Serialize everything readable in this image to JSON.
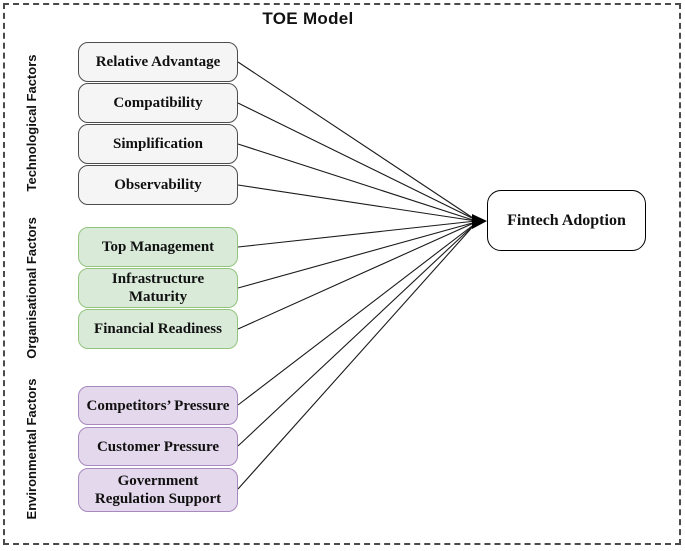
{
  "title": "TOE Model",
  "outcome": {
    "label": "Fintech Adoption"
  },
  "groups": [
    {
      "label": "Technological Factors",
      "fill_color": "#f5f5f5",
      "border_color": "#4d4d4d",
      "boxes": [
        {
          "label": "Relative Advantage"
        },
        {
          "label": "Compatibility"
        },
        {
          "label": "Simplification"
        },
        {
          "label": "Observability"
        }
      ]
    },
    {
      "label": "Organisational Factors",
      "fill_color": "#d9ead9",
      "border_color": "#93c47d",
      "boxes": [
        {
          "label": "Top Management"
        },
        {
          "label": "Infrastructure Maturity"
        },
        {
          "label": "Financial Readiness"
        }
      ]
    },
    {
      "label": "Environmental Factors",
      "fill_color": "#e4d8ec",
      "border_color": "#a788bf",
      "boxes": [
        {
          "label": "Competitors’ Pressure"
        },
        {
          "label": "Customer Pressure"
        },
        {
          "label": "Government Regulation Support"
        }
      ]
    }
  ],
  "connections": [
    {
      "from": "Relative Advantage",
      "to": "Fintech Adoption"
    },
    {
      "from": "Compatibility",
      "to": "Fintech Adoption"
    },
    {
      "from": "Simplification",
      "to": "Fintech Adoption"
    },
    {
      "from": "Observability",
      "to": "Fintech Adoption"
    },
    {
      "from": "Top Management",
      "to": "Fintech Adoption"
    },
    {
      "from": "Infrastructure Maturity",
      "to": "Fintech Adoption"
    },
    {
      "from": "Financial Readiness",
      "to": "Fintech Adoption"
    },
    {
      "from": "Competitors’ Pressure",
      "to": "Fintech Adoption"
    },
    {
      "from": "Customer Pressure",
      "to": "Fintech Adoption"
    },
    {
      "from": "Government Regulation Support",
      "to": "Fintech Adoption"
    }
  ]
}
